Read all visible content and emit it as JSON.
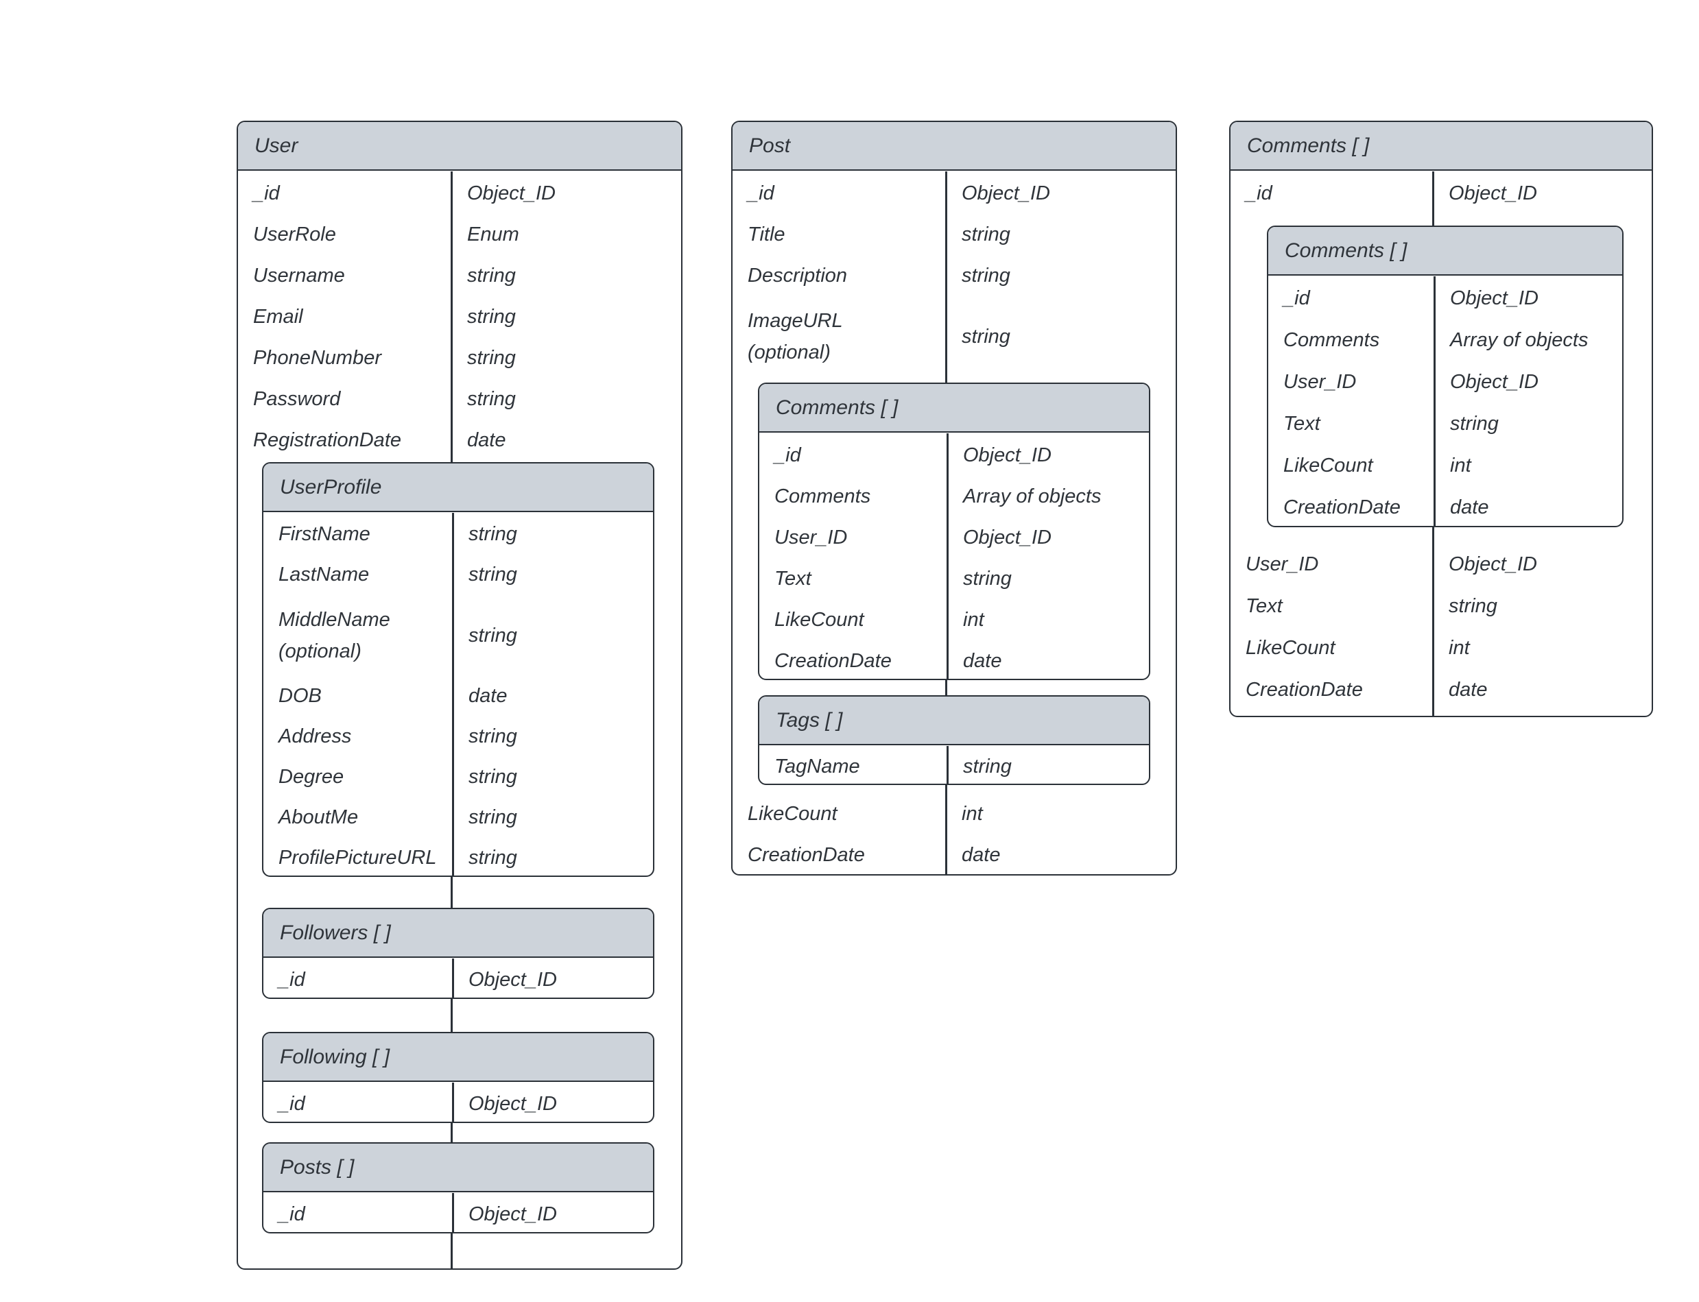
{
  "diagram": {
    "background": "#ffffff",
    "border_color": "#2b3138",
    "header_fill": "#cdd3da",
    "text_color": "#2f343a"
  },
  "entities": [
    {
      "title": "User",
      "items": [
        {
          "name": "_id",
          "type": "Object_ID"
        },
        {
          "name": "UserRole",
          "type": "Enum"
        },
        {
          "name": "Username",
          "type": "string"
        },
        {
          "name": "Email",
          "type": "string"
        },
        {
          "name": "PhoneNumber",
          "type": "string"
        },
        {
          "name": "Password",
          "type": "string"
        },
        {
          "name": "RegistrationDate",
          "type": "date"
        },
        {
          "title": "UserProfile",
          "items": [
            {
              "name": "FirstName",
              "type": "string"
            },
            {
              "name": "LastName",
              "type": "string"
            },
            {
              "name": "MiddleName\n(optional)",
              "type": "string"
            },
            {
              "name": "DOB",
              "type": "date"
            },
            {
              "name": "Address",
              "type": "string"
            },
            {
              "name": "Degree",
              "type": "string"
            },
            {
              "name": "AboutMe",
              "type": "string"
            },
            {
              "name": "ProfilePictureURL",
              "type": "string"
            }
          ]
        },
        {
          "title": "Followers [ ]",
          "items": [
            {
              "name": "_id",
              "type": "Object_ID"
            }
          ]
        },
        {
          "title": "Following [ ]",
          "items": [
            {
              "name": "_id",
              "type": "Object_ID"
            }
          ]
        },
        {
          "title": "Posts [ ]",
          "items": [
            {
              "name": "_id",
              "type": "Object_ID"
            }
          ]
        }
      ]
    },
    {
      "title": "Post",
      "items": [
        {
          "name": "_id",
          "type": "Object_ID"
        },
        {
          "name": "Title",
          "type": "string"
        },
        {
          "name": "Description",
          "type": "string"
        },
        {
          "name": "ImageURL\n(optional)",
          "type": "string"
        },
        {
          "title": "Comments [ ]",
          "items": [
            {
              "name": "_id",
              "type": "Object_ID"
            },
            {
              "name": "Comments",
              "type": "Array of objects"
            },
            {
              "name": "User_ID",
              "type": "Object_ID"
            },
            {
              "name": "Text",
              "type": "string"
            },
            {
              "name": "LikeCount",
              "type": "int"
            },
            {
              "name": "CreationDate",
              "type": "date"
            }
          ]
        },
        {
          "title": "Tags [ ]",
          "items": [
            {
              "name": "TagName",
              "type": "string"
            }
          ]
        },
        {
          "name": "LikeCount",
          "type": "int"
        },
        {
          "name": "CreationDate",
          "type": "date"
        }
      ]
    },
    {
      "title": "Comments [ ]",
      "items": [
        {
          "name": "_id",
          "type": "Object_ID"
        },
        {
          "title": "Comments [ ]",
          "items": [
            {
              "name": "_id",
              "type": "Object_ID"
            },
            {
              "name": "Comments",
              "type": "Array of objects"
            },
            {
              "name": "User_ID",
              "type": "Object_ID"
            },
            {
              "name": "Text",
              "type": "string"
            },
            {
              "name": "LikeCount",
              "type": "int"
            },
            {
              "name": "CreationDate",
              "type": "date"
            }
          ]
        },
        {
          "name": "User_ID",
          "type": "Object_ID"
        },
        {
          "name": "Text",
          "type": "string"
        },
        {
          "name": "LikeCount",
          "type": "int"
        },
        {
          "name": "CreationDate",
          "type": "date"
        }
      ]
    }
  ]
}
